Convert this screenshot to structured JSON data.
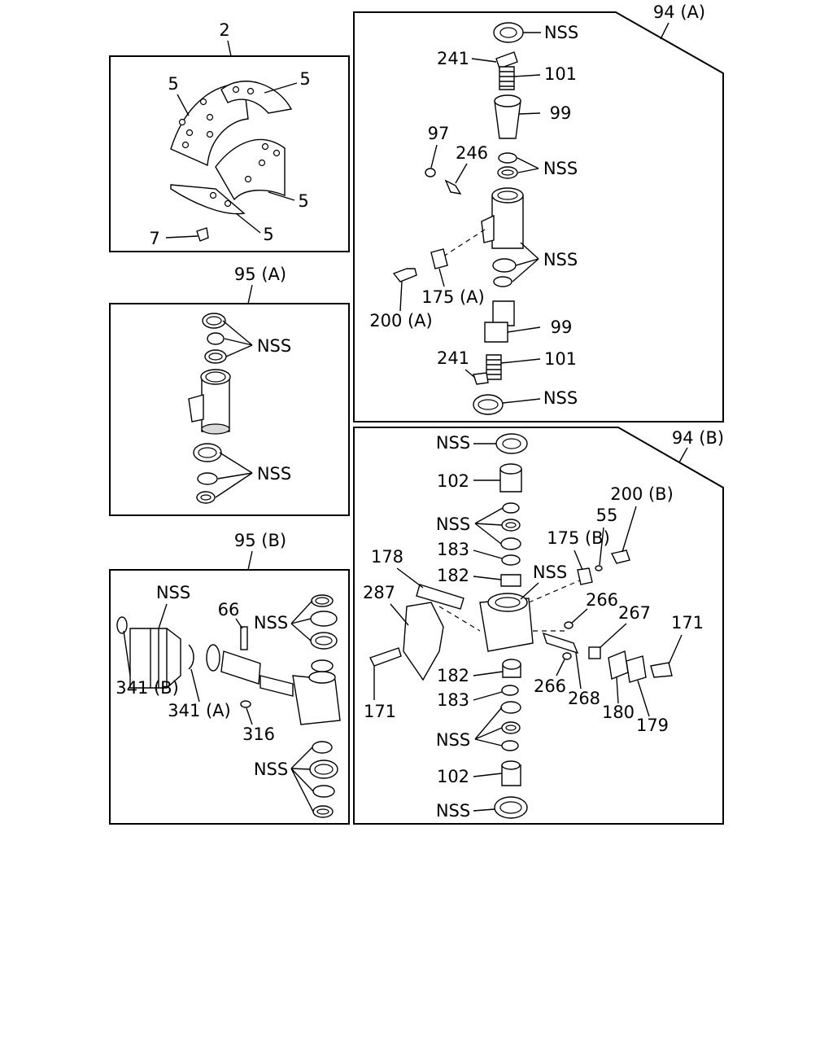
{
  "panels": {
    "p2": {
      "title": "2",
      "labels": [
        "5",
        "5",
        "5",
        "5",
        "7"
      ]
    },
    "p95a": {
      "title": "95 (A)",
      "labels": [
        "NSS",
        "NSS"
      ]
    },
    "p95b": {
      "title": "95 (B)",
      "labels": [
        "NSS",
        "66",
        "NSS",
        "341 (B)",
        "341 (A)",
        "316",
        "NSS"
      ]
    },
    "p94a": {
      "title": "94 (A)",
      "labels": [
        "NSS",
        "241",
        "101",
        "99",
        "97",
        "246",
        "NSS",
        "NSS",
        "175 (A)",
        "200 (A)",
        "99",
        "241",
        "101",
        "NSS"
      ]
    },
    "p94b": {
      "title": "94 (B)",
      "labels": [
        "NSS",
        "102",
        "NSS",
        "183",
        "182",
        "178",
        "175 (B)",
        "55",
        "200 (B)",
        "287",
        "NSS",
        "266",
        "267",
        "171",
        "182",
        "183",
        "266",
        "268",
        "180",
        "179",
        "171",
        "NSS",
        "102",
        "NSS"
      ]
    }
  }
}
